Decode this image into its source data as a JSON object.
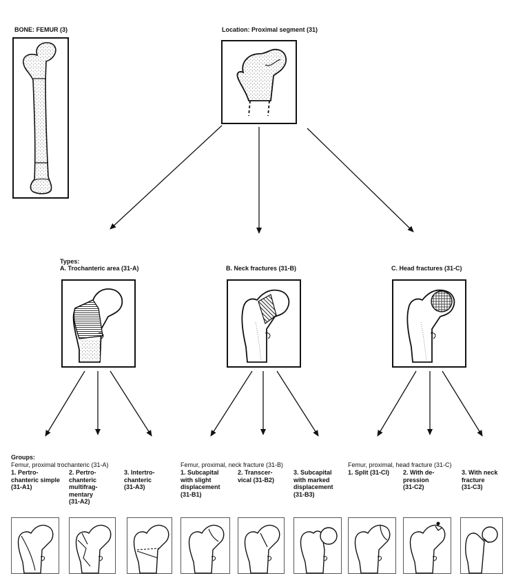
{
  "bone": {
    "label": "BONE: FEMUR (3)"
  },
  "location": {
    "label": "Location: Proximal segment (31)"
  },
  "types": {
    "heading": "Types:",
    "a": "A. Trochanteric area (31-A)",
    "b": "B. Neck fractures (31-B)",
    "c": "C. Head fractures (31-C)"
  },
  "groups": {
    "heading": "Groups:",
    "a": {
      "header": "Femur, proximal trochanteric (31-A)",
      "items": [
        {
          "lines": [
            "1. Pertro-",
            "chanteric simple",
            "(31-A1)"
          ]
        },
        {
          "lines": [
            "2. Pertro-",
            "chanteric",
            "multifrag-",
            "mentary",
            "(31-A2)"
          ]
        },
        {
          "lines": [
            "3. Intertro-",
            "chanteric",
            "(31-A3)"
          ]
        }
      ]
    },
    "b": {
      "header": "Femur, proximal, neck fracture (31-B)",
      "items": [
        {
          "lines": [
            "1. Subcapital",
            "with slight",
            "displacement",
            "(31-B1)"
          ]
        },
        {
          "lines": [
            "2. Transcer-",
            "vical (31-B2)"
          ]
        },
        {
          "lines": [
            "3. Subcapital",
            "with marked",
            "displacement",
            "(31-B3)"
          ]
        }
      ]
    },
    "c": {
      "header": "Femur, proximal, head fracture (31-C)",
      "items": [
        {
          "lines": [
            "1. Split (31-Cl)"
          ]
        },
        {
          "lines": [
            "2. With de-",
            "pression",
            "(31-C2)"
          ]
        },
        {
          "lines": [
            "3. With neck",
            "fracture",
            "(31-C3)"
          ]
        }
      ]
    }
  }
}
